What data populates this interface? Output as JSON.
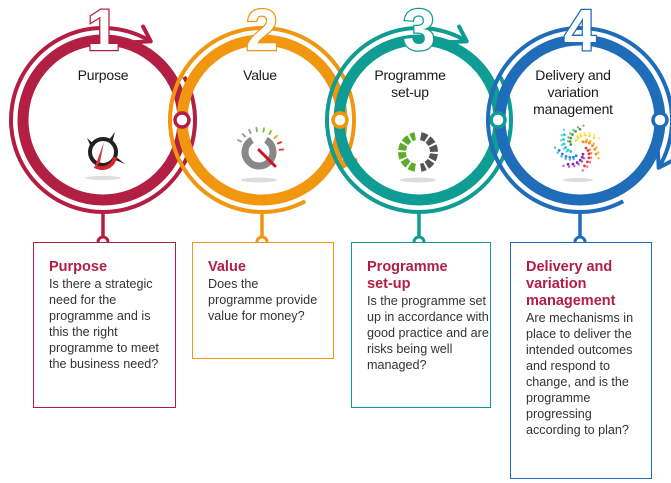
{
  "steps": [
    {
      "number": "1",
      "title": "Purpose",
      "icon": "compass-icon",
      "color": "#b31e43",
      "card_title": "Purpose",
      "card_body": "Is there a strategic need for the programme and is this the right programme to meet the business need?"
    },
    {
      "number": "2",
      "title": "Value",
      "icon": "gauge-icon",
      "color": "#f0960f",
      "card_title": "Value",
      "card_body": "Does the programme provide value for money?"
    },
    {
      "number": "3",
      "title": "Programme set-up",
      "icon": "gears-icon",
      "color": "#0e9c93",
      "card_title": "Programme set-up",
      "card_body": "Is the programme set up in accordance with good practice and are risks being well managed?"
    },
    {
      "number": "4",
      "title": "Delivery and variation management",
      "icon": "dotted-spiral-icon",
      "color": "#1f6cb9",
      "card_title": "Delivery and variation management",
      "card_body": "Are mechanisms in place to deliver the intended outcomes and respond to change, and is the programme progressing according to plan?"
    }
  ],
  "title_color": "#b11e45"
}
